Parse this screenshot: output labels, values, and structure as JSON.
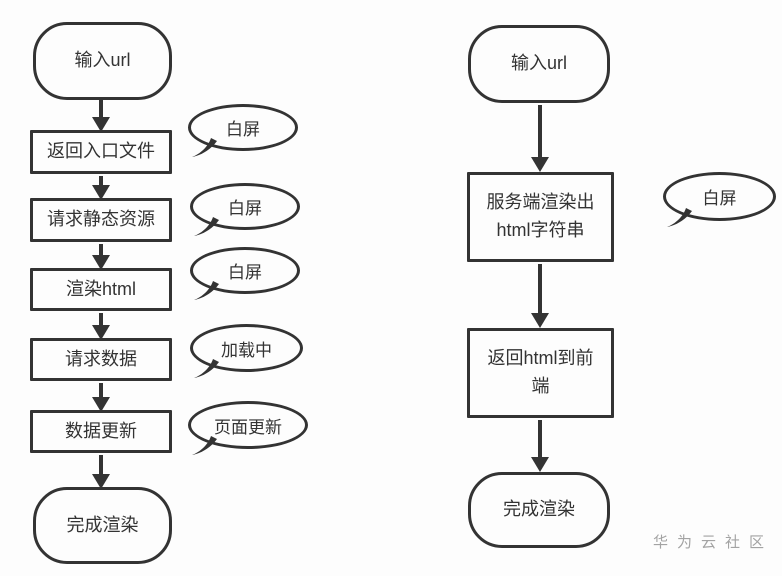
{
  "diagram": {
    "type": "flowchart",
    "colors": {
      "stroke": "#333333",
      "background": "#fdfdfd",
      "watermark": "#a3a3a3"
    },
    "left_flow": {
      "nodes": [
        {
          "label": "输入url",
          "shape": "terminator"
        },
        {
          "label": "返回入口文件",
          "shape": "process",
          "annotation": "白屏"
        },
        {
          "label": "请求静态资源",
          "shape": "process",
          "annotation": "白屏"
        },
        {
          "label": "渲染html",
          "shape": "process",
          "annotation": "白屏"
        },
        {
          "label": "请求数据",
          "shape": "process",
          "annotation": "加载中"
        },
        {
          "label": "数据更新",
          "shape": "process",
          "annotation": "页面更新"
        },
        {
          "label": "完成渲染",
          "shape": "terminator"
        }
      ],
      "annotations": [
        "白屏",
        "白屏",
        "白屏",
        "加载中",
        "页面更新"
      ]
    },
    "right_flow": {
      "nodes": [
        {
          "label": "输入url",
          "shape": "terminator"
        },
        {
          "label": "服务端渲染出html字符串",
          "shape": "process",
          "annotation": "白屏"
        },
        {
          "label": "返回html到前端",
          "shape": "process"
        },
        {
          "label": "完成渲染",
          "shape": "terminator"
        }
      ],
      "annotations": [
        "白屏"
      ]
    },
    "watermark": "华为云社区"
  }
}
